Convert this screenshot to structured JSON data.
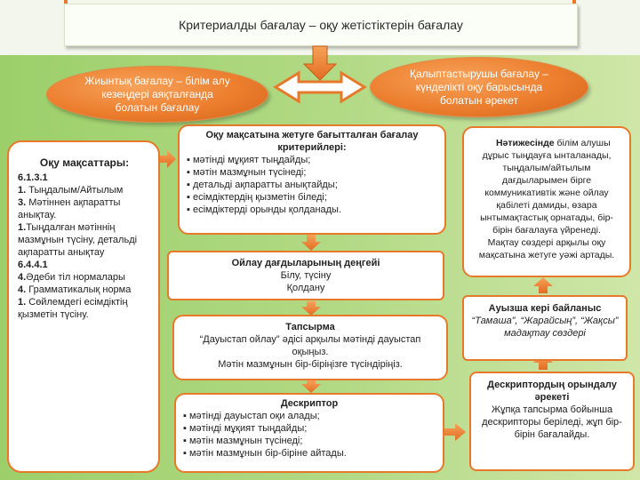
{
  "title": "Критериалды бағалау  –  оқу жетістіктерін бағалау",
  "ovals": {
    "left": "Жиынтық бағалау – білім алу кезеңдері аяқталғанда болатын бағалау",
    "right": "Қалыптастырушы бағалау – күнделікті оқу барысында болатын әрекет"
  },
  "objectives": {
    "title": "Оқу мақсаттары:",
    "lines": [
      {
        "code": "6.1.3.1",
        "text": ""
      },
      {
        "code": "1.",
        "text": " Тыңдалым/Айтылым"
      },
      {
        "code": "3.",
        "text": " Мәтіннен ақпаратты анықтау."
      },
      {
        "code": "1.",
        "text": "Тыңдалған мәтіннің мазмұнын түсіну, детальді ақпаратты анықтау"
      },
      {
        "code": "6.4.4.1",
        "text": ""
      },
      {
        "code": "4.",
        "text": "Әдеби тіл нормалары"
      },
      {
        "code": "4.",
        "text": " Грамматикалық норма"
      },
      {
        "code": "1.",
        "text": " Сөйлемдегі есімдіктің қызметін түсіну."
      }
    ]
  },
  "criteria": {
    "title": "Оқу мақсатына жетуге бағытталған бағалау критерийлері:",
    "items": [
      "мәтінді мұқият тыңдайды;",
      "мәтін мазмұнын түсінеді;",
      "детальді ақпаратты анықтайды;",
      "есімдіктердің қызметін біледі;",
      "есімдіктерді орынды қолданады."
    ]
  },
  "thinking": {
    "title": "Ойлау дағдыларының деңгейі",
    "lines": [
      "Білу, түсіну",
      "Қолдану"
    ]
  },
  "task": {
    "title": "Тапсырма",
    "lines": [
      "“Дауыстап ойлау” әдісі арқылы мәтінді дауыстап оқыңыз.",
      "Мәтін мазмұнын бір-біріңізге түсіндіріңіз."
    ]
  },
  "descriptor": {
    "title": "Дескриптор",
    "items": [
      "мәтінді дауыстап оқи алады;",
      "мәтінді мұқият тыңдайды;",
      "мәтін мазмұнын түсінеді;",
      "мәтін мазмұнын бір-біріне айтады."
    ]
  },
  "result": {
    "bold": "Нәтижесінде",
    "text": " білім алушы дұрыс тыңдауға ынталанады, тыңдалым/айтылым дағдыларымен бірге коммуникативтік  және ойлау қабілеті дамиды, өзара ынтымақтастық орнатады, бір-бірін бағалауға үйренеді.",
    "text2": "Мақтау сөздері арқылы оқу мақсатына жетуге уәжі артады."
  },
  "feedback": {
    "title": "Ауызша кері байланыс",
    "text": "“Тамаша”, “Жарайсың”, “Жақсы”  мадақтау сөздері"
  },
  "descriptor_action": {
    "title": "Дескриптордың орындалу әрекеті",
    "text": "Жұпқа тапсырма бойынша дескрипторы беріледі, жұп бір-бірін бағалайды."
  },
  "colors": {
    "accent": "#e8792a",
    "green": "#9ccf6a",
    "oval": "#ec7e2e"
  }
}
